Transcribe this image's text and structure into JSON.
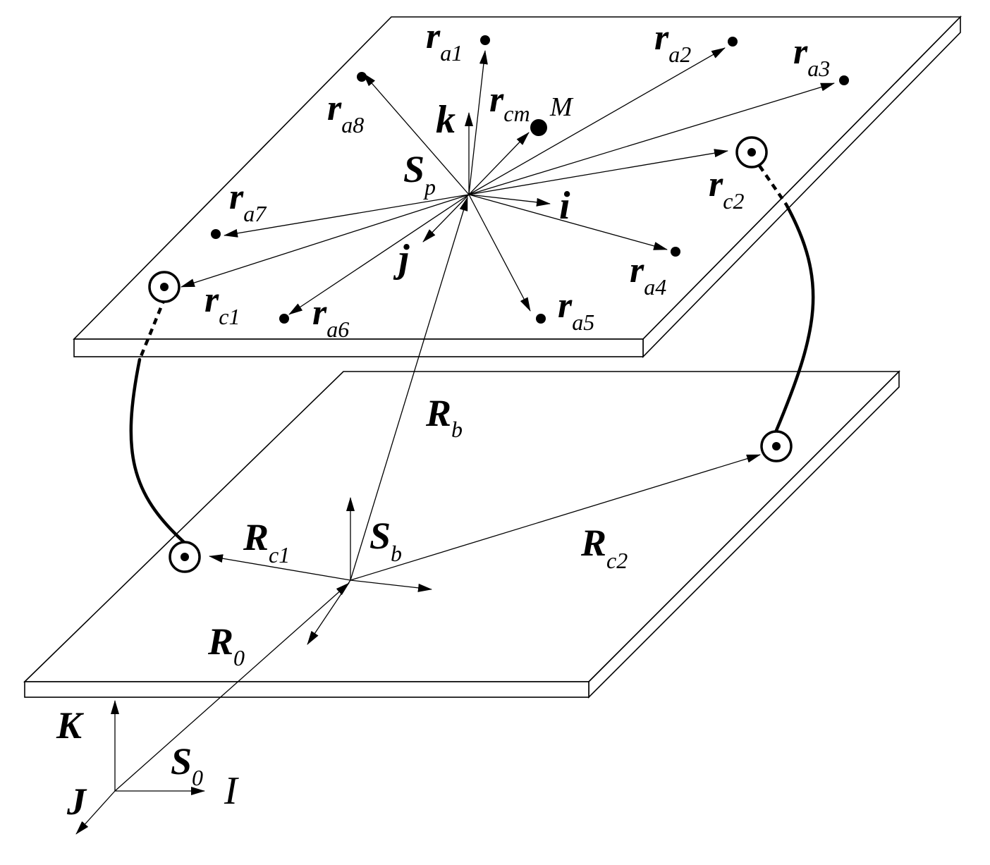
{
  "labels": {
    "ra1": {
      "main": "r",
      "sub": "a1"
    },
    "ra2": {
      "main": "r",
      "sub": "a2"
    },
    "ra3": {
      "main": "r",
      "sub": "a3"
    },
    "ra4": {
      "main": "r",
      "sub": "a4"
    },
    "ra5": {
      "main": "r",
      "sub": "a5"
    },
    "ra6": {
      "main": "r",
      "sub": "a6"
    },
    "ra7": {
      "main": "r",
      "sub": "a7"
    },
    "ra8": {
      "main": "r",
      "sub": "a8"
    },
    "rc1": {
      "main": "r",
      "sub": "c1"
    },
    "rc2": {
      "main": "r",
      "sub": "c2"
    },
    "rcm": {
      "main": "r",
      "sub": "cm"
    },
    "M": "M",
    "k": "k",
    "i": "i",
    "j": "j",
    "Sp": {
      "main": "S",
      "sub": "p"
    },
    "Rb": {
      "main": "R",
      "sub": "b"
    },
    "Sb": {
      "main": "S",
      "sub": "b"
    },
    "Rc1": {
      "main": "R",
      "sub": "c1"
    },
    "Rc2": {
      "main": "R",
      "sub": "c2"
    },
    "R0": {
      "main": "R",
      "sub": "0"
    },
    "S0": {
      "main": "S",
      "sub": "0"
    },
    "K": "K",
    "J": "J",
    "I": "I"
  }
}
